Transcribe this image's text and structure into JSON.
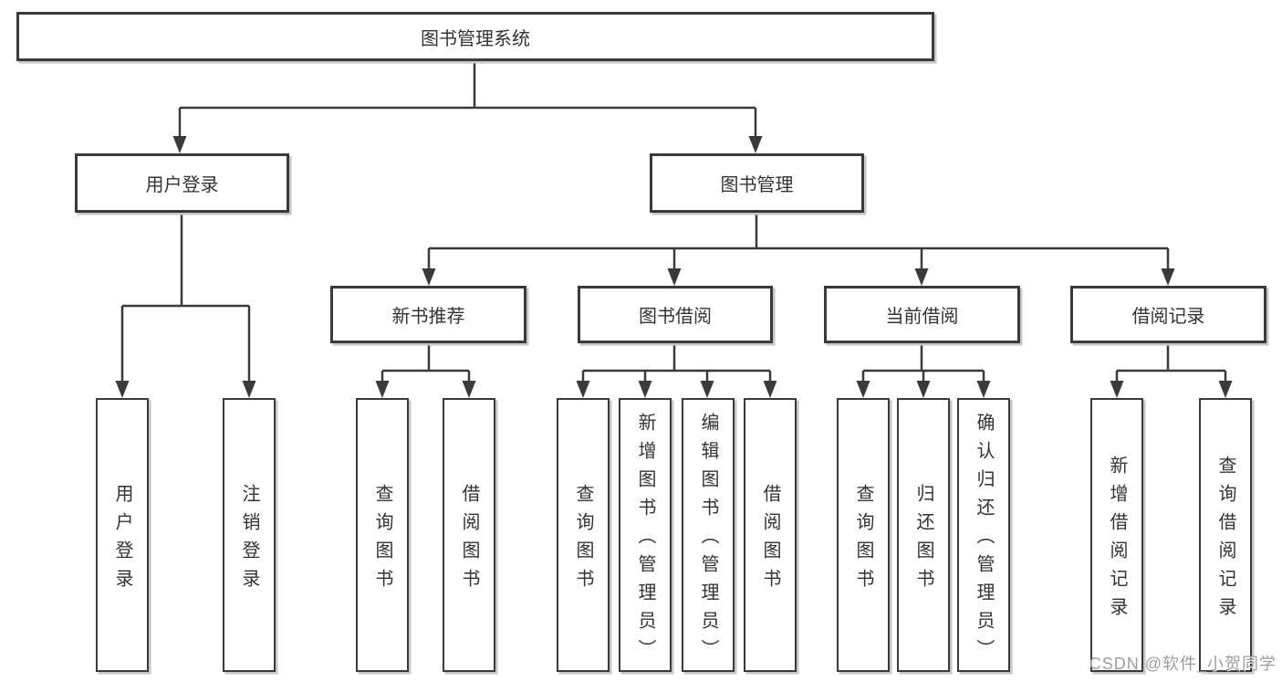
{
  "diagram": {
    "root": {
      "label": "图书管理系统"
    },
    "branches": [
      {
        "label": "用户登录",
        "children": [
          {
            "label": "用户登录"
          },
          {
            "label": "注销登录"
          }
        ]
      },
      {
        "label": "图书管理",
        "children": [
          {
            "label": "新书推荐",
            "children": [
              {
                "label": "查询图书"
              },
              {
                "label": "借阅图书"
              }
            ]
          },
          {
            "label": "图书借阅",
            "children": [
              {
                "label": "查询图书"
              },
              {
                "label": "新增图书（管理员）"
              },
              {
                "label": "编辑图书（管理员）"
              },
              {
                "label": "借阅图书"
              }
            ]
          },
          {
            "label": "当前借阅",
            "children": [
              {
                "label": "查询图书"
              },
              {
                "label": "归还图书"
              },
              {
                "label": "确认归还（管理员）"
              }
            ]
          },
          {
            "label": "借阅记录",
            "children": [
              {
                "label": "新增借阅记录"
              },
              {
                "label": "查询借阅记录"
              }
            ]
          }
        ]
      }
    ]
  },
  "watermark": {
    "text": "CSDN @软件_小贺同学"
  },
  "colors": {
    "line": "#3a3a3a",
    "box_border": "#3a3a3a",
    "box_background": "#ffffff",
    "text": "#333333",
    "watermark": "#9d9d9d",
    "shadow": "#c6c6c6"
  }
}
